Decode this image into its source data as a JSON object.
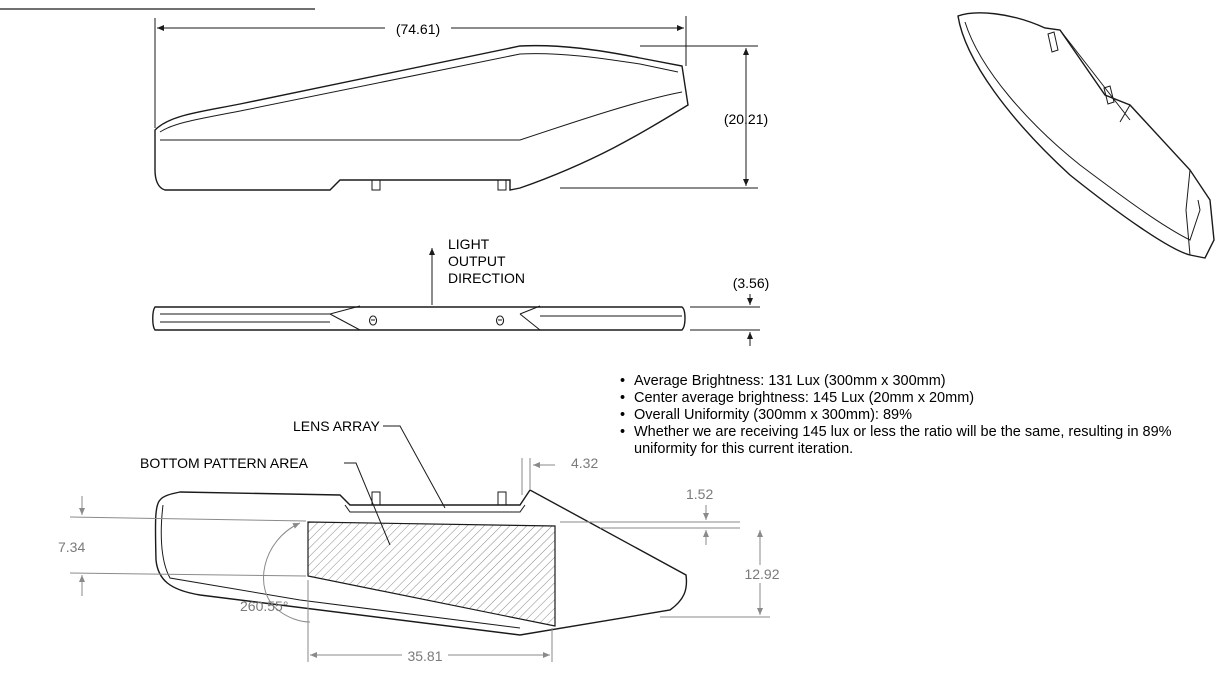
{
  "side_view": {
    "dimensions": {
      "length": "(74.61)",
      "height": "(20.21)"
    }
  },
  "front_view": {
    "direction_label_lines": [
      "LIGHT",
      "OUTPUT",
      "DIRECTION"
    ],
    "dimensions": {
      "thickness": "(3.56)"
    }
  },
  "bottom_view": {
    "callouts": {
      "lens_array": "LENS ARRAY",
      "bottom_pattern_area": "BOTTOM PATTERN AREA"
    },
    "dimensions": {
      "tab_offset": "4.32",
      "edge_offset": "1.52",
      "left_height": "7.34",
      "right_height": "12.92",
      "angle": "260.55°",
      "pattern_length": "35.81"
    }
  },
  "notes": [
    "Average Brightness: 131 Lux (300mm x 300mm)",
    "Center average brightness: 145 Lux (20mm x 20mm)",
    "Overall Uniformity (300mm x 300mm): 89%",
    "Whether we are receiving 145 lux or less the ratio will be the same, resulting in 89% uniformity for this current iteration."
  ]
}
